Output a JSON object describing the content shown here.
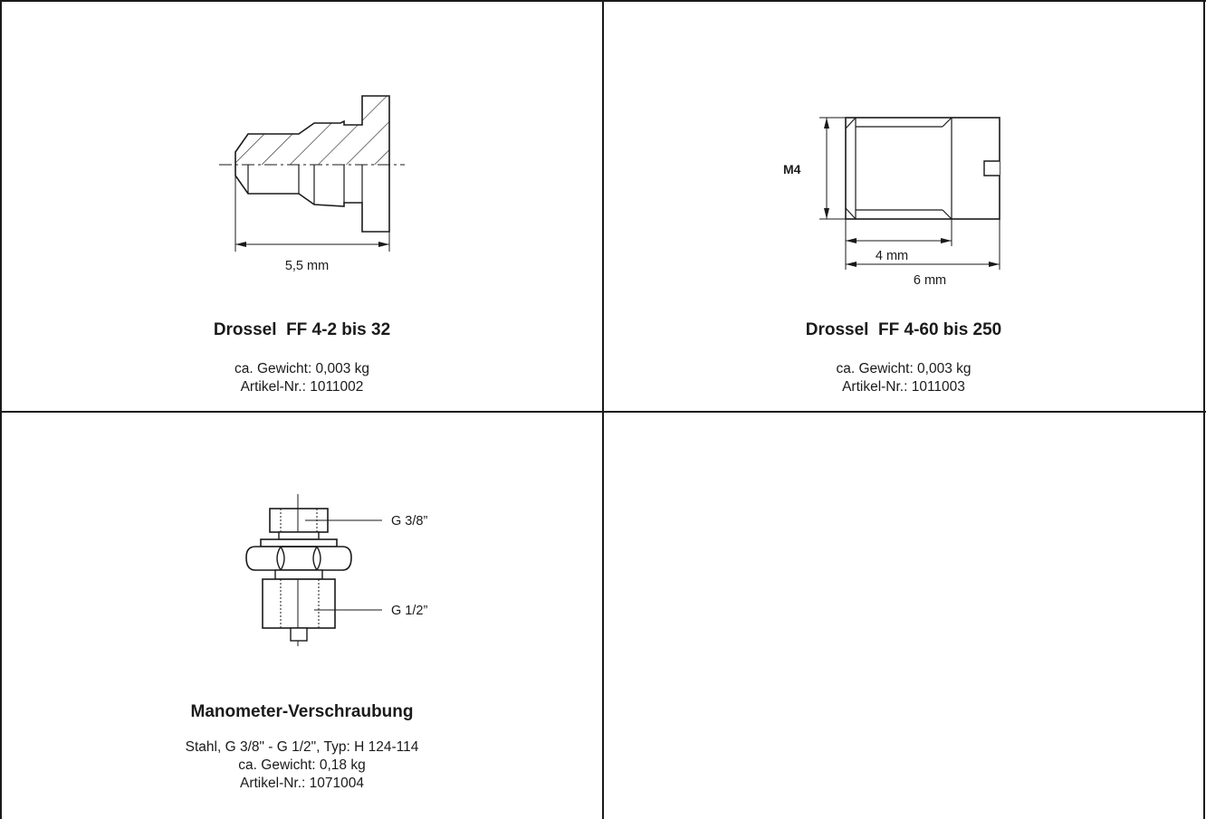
{
  "cells": [
    {
      "title": "Drossel  FF 4-2 bis 32",
      "meta": [
        "ca. Gewicht: 0,003 kg",
        "Artikel-Nr.: 1011002"
      ],
      "dims": {
        "length": "5,5 mm"
      }
    },
    {
      "title": "Drossel  FF 4-60 bis 250",
      "meta": [
        "ca. Gewicht: 0,003 kg",
        "Artikel-Nr.: 1011003"
      ],
      "dims": {
        "thread": "M4",
        "inner": "4 mm",
        "outer": "6 mm"
      }
    },
    {
      "title": "Manometer-Verschraubung",
      "meta": [
        "Stahl, G 3/8\" - G 1/2\", Typ: H 124-114",
        "ca. Gewicht: 0,18 kg",
        "Artikel-Nr.: 1071004"
      ],
      "dims": {
        "top": "G 3/8”",
        "bottom": "G 1/2”"
      }
    }
  ]
}
